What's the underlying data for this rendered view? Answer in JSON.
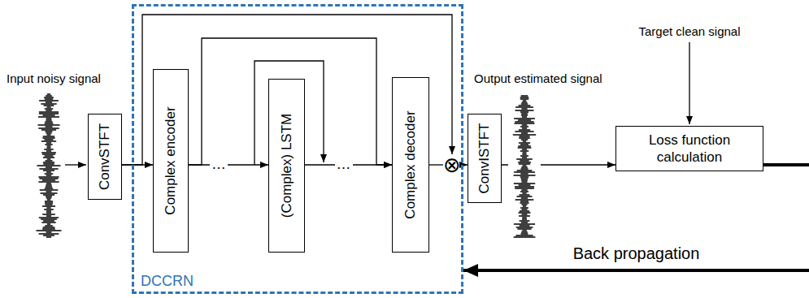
{
  "diagram": {
    "nodes": [
      {
        "text": [
          "ConvSTFT"
        ]
      },
      {
        "text": [
          "DCCRN"
        ]
      },
      {
        "text": [
          "Complex encoder"
        ],
        "in": 1
      },
      {
        "text": [
          "(Complex) LSTM"
        ],
        "in": 1
      },
      {
        "text": [
          "Complex decoder"
        ],
        "in": 1
      },
      {
        "text": [
          "⊗"
        ],
        "in": 1
      },
      {
        "text": [
          "ConvISTFT"
        ]
      },
      {
        "text": [
          "Loss function calculation"
        ]
      }
    ],
    "edges": [
      {
        "from": 0,
        "to": 2,
        "arrow": "to"
      },
      {
        "from": 2,
        "to": 3,
        "label": "…",
        "arrow": "to"
      },
      {
        "from": 3,
        "to": 4,
        "label": "…",
        "arrow": "to"
      },
      {
        "from": 2,
        "to": 4,
        "arrow": "to"
      },
      {
        "from": 0,
        "to": 5,
        "arrow": "to"
      },
      {
        "from": 4,
        "to": 5,
        "arrow": "none"
      },
      {
        "from": 5,
        "to": 6,
        "arrow": "to"
      },
      {
        "from": 6,
        "to": 7,
        "arrow": "to"
      },
      {
        "from": 7,
        "to": 1,
        "label": "Back propagation",
        "arrow": "to"
      }
    ],
    "labels": [
      "Input noisy signal",
      "Output estimated signal",
      "Target clean signal"
    ]
  }
}
